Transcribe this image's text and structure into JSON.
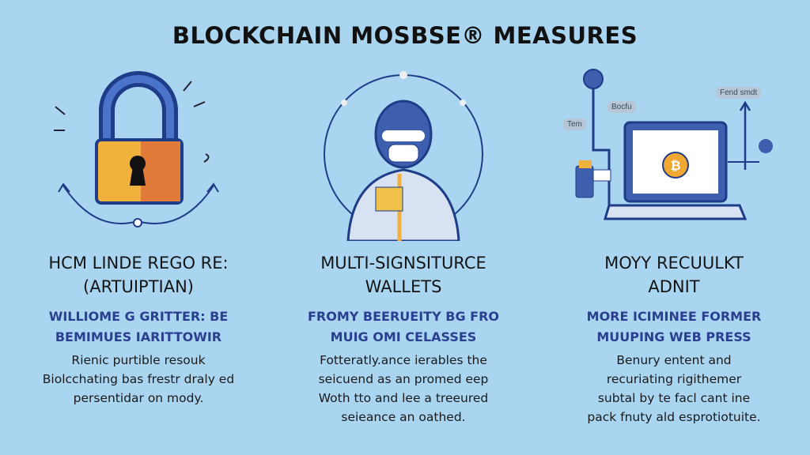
{
  "title": "BLOCKCHAIN MOSBSE® MEASURES",
  "columns": [
    {
      "heading": [
        "HCM LINDE REGO RE:",
        "(ARTUIPTIAN)"
      ],
      "subheading": [
        "WILLIOME G GRITTER: BE",
        "BEMIMUES IARITTOWIR"
      ],
      "body": [
        "Rienic purtible resouk",
        "Biolcchating bas frestr draly ed",
        "persentidar on mody."
      ]
    },
    {
      "heading": [
        "MULTI-SIGNSITURCE",
        "WALLETS"
      ],
      "subheading": [
        "FROMY BEERUEITY BG FRO",
        "MUIG OMI CELASSES"
      ],
      "body": [
        "Fotteratly.ance ierables the",
        "seicuend as an promed eep",
        "Woth tto and lee a treeured",
        "seieance an oathed."
      ]
    },
    {
      "heading": [
        "MOYY RECUULKT",
        "ADNIT"
      ],
      "subheading": [
        "MORE ICIMINEE FORMER",
        "MUUPING WEB PRESS"
      ],
      "body": [
        "Benury entent and",
        "recuriating rigithemer",
        "subtal by te facl cant ine",
        "pack fnuty ald esprotiotuite."
      ]
    }
  ],
  "laptop_labels": {
    "left": "Tem",
    "mid": "Bocfu",
    "right": "Fend smdt"
  },
  "colors": {
    "background": "#aad5f0",
    "accent": "#2a3f8f"
  }
}
